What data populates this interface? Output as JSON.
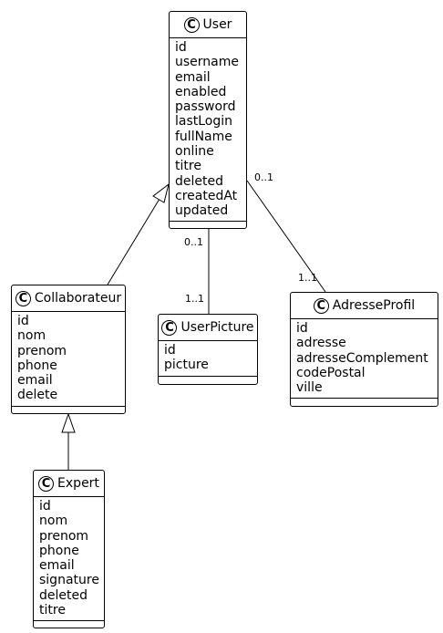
{
  "classes": {
    "user": {
      "stereotype": "C",
      "name": "User",
      "attributes": [
        "id",
        "username",
        "email",
        "enabled",
        "password",
        "lastLogin",
        "fullName",
        "online",
        "titre",
        "deleted",
        "createdAt",
        "updated"
      ]
    },
    "collaborateur": {
      "stereotype": "C",
      "name": "Collaborateur",
      "attributes": [
        "id",
        "nom",
        "prenom",
        "phone",
        "email",
        "delete"
      ]
    },
    "userpicture": {
      "stereotype": "C",
      "name": "UserPicture",
      "attributes": [
        "id",
        "picture"
      ]
    },
    "adresseprofil": {
      "stereotype": "C",
      "name": "AdresseProfil",
      "attributes": [
        "id",
        "adresse",
        "adresseComplement",
        "codePostal",
        "ville"
      ]
    },
    "expert": {
      "stereotype": "C",
      "name": "Expert",
      "attributes": [
        "id",
        "nom",
        "prenom",
        "phone",
        "email",
        "signature",
        "deleted",
        "titre"
      ]
    }
  },
  "relations": {
    "user_picture": {
      "source_mult": "0..1",
      "target_mult": "1..1"
    },
    "user_adresse": {
      "source_mult": "0..1",
      "target_mult": "1..1"
    }
  }
}
